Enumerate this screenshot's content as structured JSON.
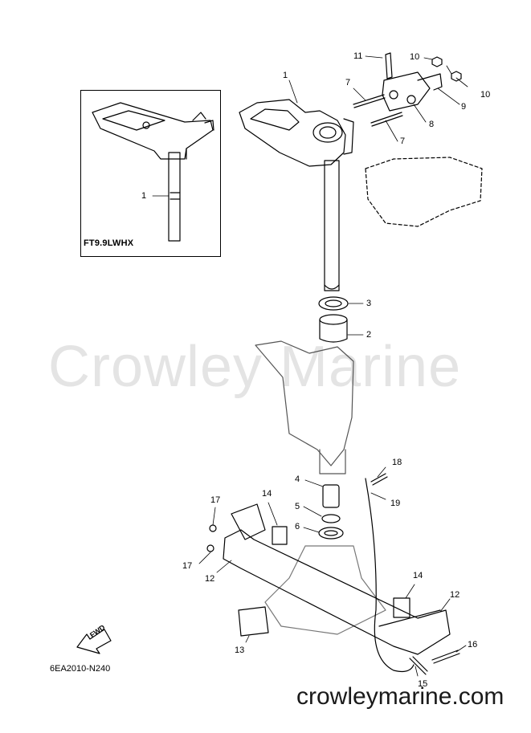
{
  "watermark": "Crowley Marine",
  "footer_url": "crowleymarine.com",
  "drawing_code": "6EA2010-N240",
  "inset": {
    "label": "FT9.9LWHX",
    "part_number": "1"
  },
  "fwd_label": "FWD",
  "callouts": {
    "c1": "1",
    "c2": "2",
    "c3": "3",
    "c4": "4",
    "c5": "5",
    "c6": "6",
    "c7a": "7",
    "c7b": "7",
    "c8": "8",
    "c9": "9",
    "c10a": "10",
    "c10b": "10",
    "c11": "11",
    "c12a": "12",
    "c12b": "12",
    "c13": "13",
    "c14a": "14",
    "c14b": "14",
    "c15": "15",
    "c16": "16",
    "c17a": "17",
    "c17b": "17",
    "c18": "18",
    "c19": "19"
  },
  "colors": {
    "line": "#000000",
    "watermark": "#e4e4e4",
    "background": "#ffffff"
  }
}
